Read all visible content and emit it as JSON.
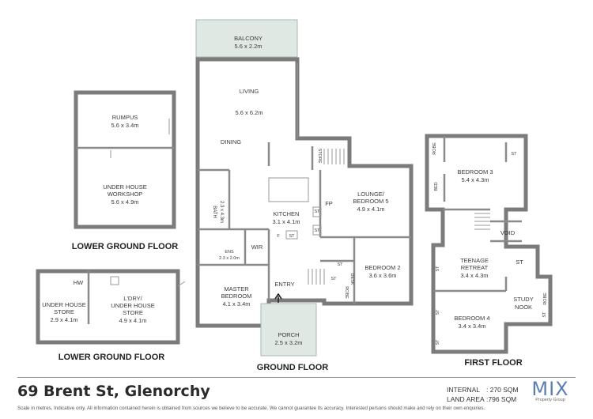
{
  "rooms": {
    "balcony": {
      "name": "BALCONY",
      "size": "5.6 x 2.2m"
    },
    "living": {
      "name": "LIVING",
      "size": "5.6 x 6.2m"
    },
    "dining": {
      "name": "DINING"
    },
    "kitchen": {
      "name": "KITCHEN",
      "size": "3.1 x 4.1m"
    },
    "lounge": {
      "name1": "LOUNGE/",
      "name2": "BEDROOM 5",
      "size": "4.9 x 4.1m"
    },
    "fp": {
      "name": "FP"
    },
    "bath": {
      "name": "BATH",
      "size": "2.3 x 4.3m"
    },
    "ens": {
      "name": "ENS",
      "size": "2.3 x 2.0m"
    },
    "wir": {
      "name": "WIR"
    },
    "master": {
      "name1": "MASTER",
      "name2": "BEDROOM",
      "size": "4.1 x 3.4m"
    },
    "entry": {
      "name": "ENTRY"
    },
    "bedroom2": {
      "name": "BEDROOM 2",
      "size": "3.6 x 3.6m"
    },
    "porch": {
      "name": "PORCH",
      "size": "2.5 x 3.2m"
    },
    "store_gf": {
      "name": "STORE"
    },
    "st": {
      "name": "ST"
    },
    "f": {
      "name": "F"
    },
    "desk": {
      "name": "DESK"
    },
    "robe": {
      "name": "ROBE"
    },
    "rumpus": {
      "name": "RUMPUS",
      "size": "5.6 x 3.4m"
    },
    "workshop": {
      "name1": "UNDER HOUSE",
      "name2": "WORKSHOP",
      "size": "5.6 x 4.9m"
    },
    "hw": {
      "name": "HW"
    },
    "uh_store": {
      "name1": "UNDER HOUSE",
      "name2": "STORE",
      "size": "2.9 x 4.1m"
    },
    "ldry": {
      "name1": "L'DRY/",
      "name2": "UNDER HOUSE",
      "name3": "STORE",
      "size": "4.9 x 4.1m"
    },
    "bedroom3": {
      "name": "BEDROOM 3",
      "size": "5.4 x 4.3m"
    },
    "bed": {
      "name": "BED"
    },
    "void": {
      "name": "VOID"
    },
    "teenage": {
      "name1": "TEENAGE",
      "name2": "RETREAT",
      "size": "3.4 x 4.3m"
    },
    "study": {
      "name1": "STUDY",
      "name2": "NOOK"
    },
    "bedroom4": {
      "name": "BEDROOM 4",
      "size": "3.4 x 3.4m"
    }
  },
  "floors": {
    "lower1": "LOWER GROUND FLOOR",
    "lower2": "LOWER GROUND FLOOR",
    "ground": "GROUND FLOOR",
    "first": "FIRST FLOOR"
  },
  "footer": {
    "address": "69 Brent St, Glenorchy",
    "internal_label": "INTERNAL",
    "internal_value": ": 270 SQM",
    "land_label": "LAND AREA",
    "land_value": ":796 SQM",
    "brand": "MIX",
    "brand_tag": "Property Group",
    "disclaimer": "Scale in metres, Indicative only.  All information contained herein is obtained from sources we believe to be accurate. We cannot guarantee its accuracy. Interested persons should make and rely on their own enquiries."
  },
  "colors": {
    "wall": "#7b7b7b",
    "outdoor": "#dfe8e3",
    "brand": "#5b7fb0"
  }
}
